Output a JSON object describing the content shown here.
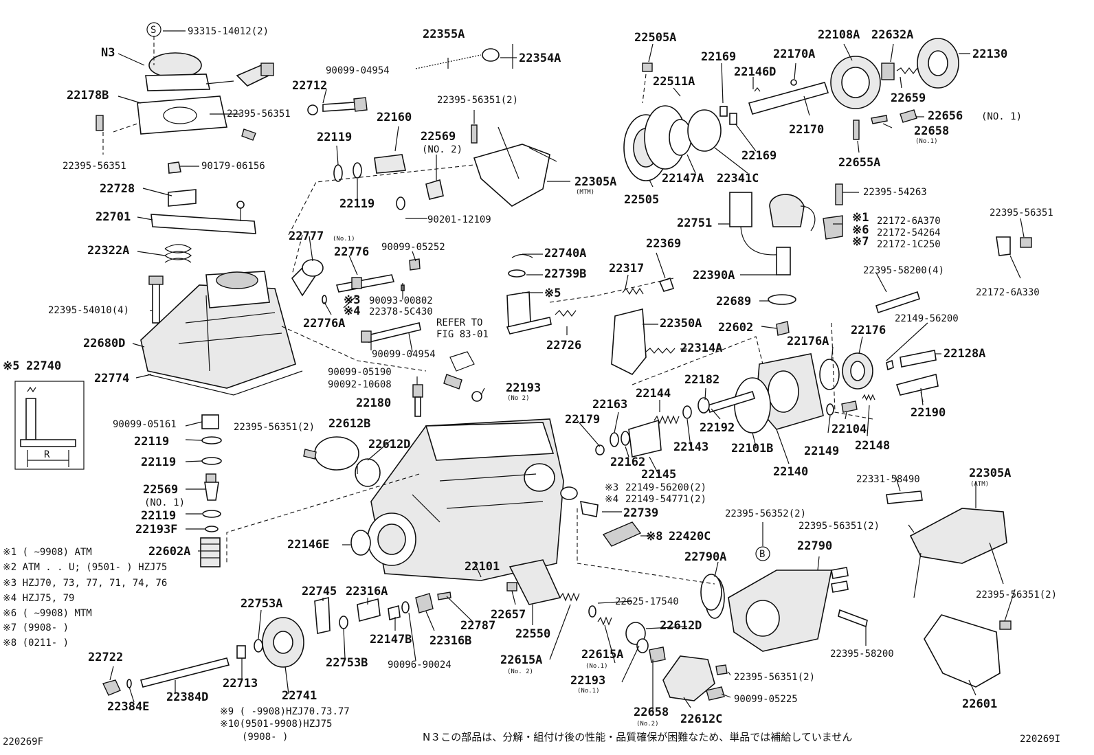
{
  "parts": [
    {
      "id": "p_93315",
      "text": "93315-14012(2)"
    },
    {
      "id": "p_N3",
      "text": "N3"
    },
    {
      "id": "p_22178B",
      "text": "22178B"
    },
    {
      "id": "p_22395_56351_a",
      "text": "22395-56351"
    },
    {
      "id": "p_22395_56351_b",
      "text": "22395-56351"
    },
    {
      "id": "p_90179",
      "text": "90179-06156"
    },
    {
      "id": "p_22728",
      "text": "22728"
    },
    {
      "id": "p_22701",
      "text": "22701"
    },
    {
      "id": "p_22322A",
      "text": "22322A"
    },
    {
      "id": "p_22395_54010",
      "text": "22395-54010(4)"
    },
    {
      "id": "p_22680D",
      "text": "22680D"
    },
    {
      "id": "p_22774",
      "text": "22774"
    },
    {
      "id": "p_22355A",
      "text": "22355A"
    },
    {
      "id": "p_22354A",
      "text": "22354A"
    },
    {
      "id": "p_90099_04954_a",
      "text": "90099-04954"
    },
    {
      "id": "p_22712",
      "text": "22712"
    },
    {
      "id": "p_22160",
      "text": "22160"
    },
    {
      "id": "p_22119_a",
      "text": "22119"
    },
    {
      "id": "p_22119_b",
      "text": "22119"
    },
    {
      "id": "p_22395_56351_2a",
      "text": "22395-56351(2)"
    },
    {
      "id": "p_22569",
      "text": "22569"
    },
    {
      "id": "p_90201",
      "text": "90201-12109"
    },
    {
      "id": "p_22305A_mtm",
      "text": "22305A"
    },
    {
      "id": "p_22777",
      "text": "22777"
    },
    {
      "id": "p_22776",
      "text": "22776"
    },
    {
      "id": "p_90099_05252",
      "text": "90099-05252"
    },
    {
      "id": "p_90093",
      "text": "90093-00802"
    },
    {
      "id": "p_22378",
      "text": "22378-5C430"
    },
    {
      "id": "p_22776A",
      "text": "22776A"
    },
    {
      "id": "p_90099_04954_b",
      "text": "90099-04954"
    },
    {
      "id": "p_90099_05190",
      "text": "90099-05190"
    },
    {
      "id": "p_90092",
      "text": "90092-10608"
    },
    {
      "id": "p_22505A",
      "text": "22505A"
    },
    {
      "id": "p_22511A",
      "text": "22511A"
    },
    {
      "id": "p_22505",
      "text": "22505"
    },
    {
      "id": "p_22147A",
      "text": "22147A"
    },
    {
      "id": "p_22341C",
      "text": "22341C"
    },
    {
      "id": "p_22169_a",
      "text": "22169"
    },
    {
      "id": "p_22169_b",
      "text": "22169"
    },
    {
      "id": "p_22170A",
      "text": "22170A"
    },
    {
      "id": "p_22146D",
      "text": "22146D"
    },
    {
      "id": "p_22170",
      "text": "22170"
    },
    {
      "id": "p_22108A",
      "text": "22108A"
    },
    {
      "id": "p_22632A",
      "text": "22632A"
    },
    {
      "id": "p_22130",
      "text": "22130"
    },
    {
      "id": "p_22659",
      "text": "22659"
    },
    {
      "id": "p_22656",
      "text": "22656"
    },
    {
      "id": "p_22658_a",
      "text": "22658"
    },
    {
      "id": "p_22655A",
      "text": "22655A"
    },
    {
      "id": "p_22395_54263",
      "text": "22395-54263"
    },
    {
      "id": "p_22751",
      "text": "22751"
    },
    {
      "id": "p_22172_6A370",
      "text": "22172-6A370"
    },
    {
      "id": "p_22172_54264",
      "text": "22172-54264"
    },
    {
      "id": "p_22172_1C250",
      "text": "22172-1C250"
    },
    {
      "id": "p_22395_56351_c",
      "text": "22395-56351"
    },
    {
      "id": "p_22172_6A330",
      "text": "22172-6A330"
    },
    {
      "id": "p_22390A",
      "text": "22390A"
    },
    {
      "id": "p_22369",
      "text": "22369"
    },
    {
      "id": "p_22740A",
      "text": "22740A"
    },
    {
      "id": "p_22739B",
      "text": "22739B"
    },
    {
      "id": "p_22317",
      "text": "22317"
    },
    {
      "id": "p_22726",
      "text": "22726"
    },
    {
      "id": "p_22689",
      "text": "22689"
    },
    {
      "id": "p_22395_58200_4",
      "text": "22395-58200(4)"
    },
    {
      "id": "p_22350A",
      "text": "22350A"
    },
    {
      "id": "p_22602",
      "text": "22602"
    },
    {
      "id": "p_22149_56200",
      "text": "22149-56200"
    },
    {
      "id": "p_22176A",
      "text": "22176A"
    },
    {
      "id": "p_22176",
      "text": "22176"
    },
    {
      "id": "p_22128A",
      "text": "22128A"
    },
    {
      "id": "p_22314A",
      "text": "22314A"
    },
    {
      "id": "p_22740",
      "text": "22740"
    },
    {
      "id": "p_90099_05161",
      "text": "90099-05161"
    },
    {
      "id": "p_22119_c",
      "text": "22119"
    },
    {
      "id": "p_22119_d",
      "text": "22119"
    },
    {
      "id": "p_22569_no1",
      "text": "22569"
    },
    {
      "id": "p_22119_e",
      "text": "22119"
    },
    {
      "id": "p_22193F",
      "text": "22193F"
    },
    {
      "id": "p_22602A",
      "text": "22602A"
    },
    {
      "id": "p_22180",
      "text": "22180"
    },
    {
      "id": "p_22193",
      "text": "22193"
    },
    {
      "id": "p_22395_56351_2b",
      "text": "22395-56351(2)"
    },
    {
      "id": "p_22612B",
      "text": "22612B"
    },
    {
      "id": "p_22612D_a",
      "text": "22612D"
    },
    {
      "id": "p_22182",
      "text": "22182"
    },
    {
      "id": "p_22163",
      "text": "22163"
    },
    {
      "id": "p_22144",
      "text": "22144"
    },
    {
      "id": "p_22179",
      "text": "22179"
    },
    {
      "id": "p_22192",
      "text": "22192"
    },
    {
      "id": "p_22143",
      "text": "22143"
    },
    {
      "id": "p_22162",
      "text": "22162"
    },
    {
      "id": "p_22145",
      "text": "22145"
    },
    {
      "id": "p_22101B",
      "text": "22101B"
    },
    {
      "id": "p_22140",
      "text": "22140"
    },
    {
      "id": "p_22149",
      "text": "22149"
    },
    {
      "id": "p_22104",
      "text": "22104"
    },
    {
      "id": "p_22148",
      "text": "22148"
    },
    {
      "id": "p_22190",
      "text": "22190"
    },
    {
      "id": "p_22149_56200_2",
      "text": "22149-56200(2)"
    },
    {
      "id": "p_22149_54771",
      "text": "22149-54771(2)"
    },
    {
      "id": "p_22739",
      "text": "22739"
    },
    {
      "id": "p_22420C",
      "text": "22420C"
    },
    {
      "id": "p_22146E",
      "text": "22146E"
    },
    {
      "id": "p_22101",
      "text": "22101"
    },
    {
      "id": "p_22331",
      "text": "22331-58490"
    },
    {
      "id": "p_22305A_atm",
      "text": "22305A"
    },
    {
      "id": "p_22395_56352",
      "text": "22395-56352(2)"
    },
    {
      "id": "p_22395_56351_2c",
      "text": "22395-56351(2)"
    },
    {
      "id": "p_22790",
      "text": "22790"
    },
    {
      "id": "p_22790A",
      "text": "22790A"
    },
    {
      "id": "p_22395_56351_2d",
      "text": "22395-56351(2)"
    },
    {
      "id": "p_22395_58200",
      "text": "22395-58200"
    },
    {
      "id": "p_22745",
      "text": "22745"
    },
    {
      "id": "p_22316A",
      "text": "22316A"
    },
    {
      "id": "p_22753A",
      "text": "22753A"
    },
    {
      "id": "p_22657",
      "text": "22657"
    },
    {
      "id": "p_22787",
      "text": "22787"
    },
    {
      "id": "p_22625",
      "text": "22625-17540"
    },
    {
      "id": "p_22550",
      "text": "22550"
    },
    {
      "id": "p_22147B",
      "text": "22147B"
    },
    {
      "id": "p_22316B",
      "text": "22316B"
    },
    {
      "id": "p_22612D_b",
      "text": "22612D"
    },
    {
      "id": "p_22753B",
      "text": "22753B"
    },
    {
      "id": "p_90096",
      "text": "90096-90024"
    },
    {
      "id": "p_22615A_a",
      "text": "22615A"
    },
    {
      "id": "p_22615A_b",
      "text": "22615A"
    },
    {
      "id": "p_22722",
      "text": "22722"
    },
    {
      "id": "p_22713",
      "text": "22713"
    },
    {
      "id": "p_22384D",
      "text": "22384D"
    },
    {
      "id": "p_22384E",
      "text": "22384E"
    },
    {
      "id": "p_22741",
      "text": "22741"
    },
    {
      "id": "p_22193_no1",
      "text": "22193"
    },
    {
      "id": "p_22395_56351_2e",
      "text": "22395-56351(2)"
    },
    {
      "id": "p_90099_05225",
      "text": "90099-05225"
    },
    {
      "id": "p_22658_b",
      "text": "22658"
    },
    {
      "id": "p_22612C",
      "text": "22612C"
    },
    {
      "id": "p_22601",
      "text": "22601"
    }
  ],
  "sub_labels": [
    {
      "id": "s_no2_a",
      "text": "(NO. 2)"
    },
    {
      "id": "s_mtm",
      "text": "(MTM)"
    },
    {
      "id": "s_no1_a",
      "text": "(No.1)"
    },
    {
      "id": "s_no1_b",
      "text": "(No.1)"
    },
    {
      "id": "s_no1_c",
      "text": "(NO. 1)"
    },
    {
      "id": "s_no1_d",
      "text": "(NO. 1)"
    },
    {
      "id": "s_no2_b",
      "text": "(No 2)"
    },
    {
      "id": "s_atm",
      "text": "(ATM)"
    },
    {
      "id": "s_no1_e",
      "text": "(No.1)"
    },
    {
      "id": "s_no2_c",
      "text": "(No. 2)"
    },
    {
      "id": "s_no1_f",
      "text": "(No.1)"
    },
    {
      "id": "s_no2_d",
      "text": "(No.2)"
    }
  ],
  "marks": [
    {
      "id": "m_x3",
      "text": "※3"
    },
    {
      "id": "m_x4",
      "text": "※4"
    },
    {
      "id": "m_x5",
      "text": "※5"
    },
    {
      "id": "m_x1",
      "text": "※1"
    },
    {
      "id": "m_x6",
      "text": "※6"
    },
    {
      "id": "m_x7",
      "text": "※7"
    },
    {
      "id": "m_x5b",
      "text": "※5"
    },
    {
      "id": "m_x3b",
      "text": "※3"
    },
    {
      "id": "m_x4b",
      "text": "※4"
    },
    {
      "id": "m_x8",
      "text": "※8"
    },
    {
      "id": "m_S",
      "text": "S"
    },
    {
      "id": "m_B",
      "text": "B"
    },
    {
      "id": "m_R",
      "text": "R"
    }
  ],
  "refer": {
    "line1": "REFER TO",
    "line2": "FIG 83-01"
  },
  "notes": {
    "n1": "※1 (     ~9908) ATM",
    "n2": "※2 ATM . . U; (9501-       ) HZJ75",
    "n3": "※3 HZJ70, 73, 77, 71, 74, 76",
    "n4": "※4 HZJ75, 79",
    "n6": "※6 (     ~9908) MTM",
    "n7": "※7 (9908-        )",
    "n8": "※8 (0211-        )",
    "n9": "※9  (      -9908)HZJ70.73.77",
    "n10": "※10(9501-9908)HZJ75",
    "n11": "(9908-      )"
  },
  "footer": {
    "jp_note": "N３この部品は、分解・組付け後の性能・品質確保が困難なため、単品では補給していません",
    "fig_left": "220269F",
    "fig_right": "220269I"
  }
}
